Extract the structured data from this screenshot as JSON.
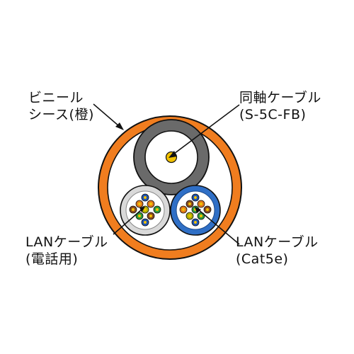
{
  "labels": {
    "vinyl_sheath": {
      "line1": "ビニール",
      "line2": "シース(橙)"
    },
    "coaxial": {
      "line1": "同軸ケーブル",
      "line2": "(S-5C-FB)"
    },
    "lan_phone": {
      "line1": "LANケーブル",
      "line2": "(電話用)"
    },
    "lan_cat5e": {
      "line1": "LANケーブル",
      "line2": "(Cat5e)"
    }
  },
  "colors": {
    "outer_sheath": "#f07d1f",
    "coax_jacket": "#6a6a6a",
    "coax_core": "#f2c100",
    "lan_phone_jacket": "#d9d9d9",
    "lan_cat5e_jacket": "#2f6fc6",
    "pair_colors": [
      "#1f55b5",
      "#e07a1c",
      "#2f9a3a",
      "#8a4b1f",
      "#b0b000"
    ]
  }
}
